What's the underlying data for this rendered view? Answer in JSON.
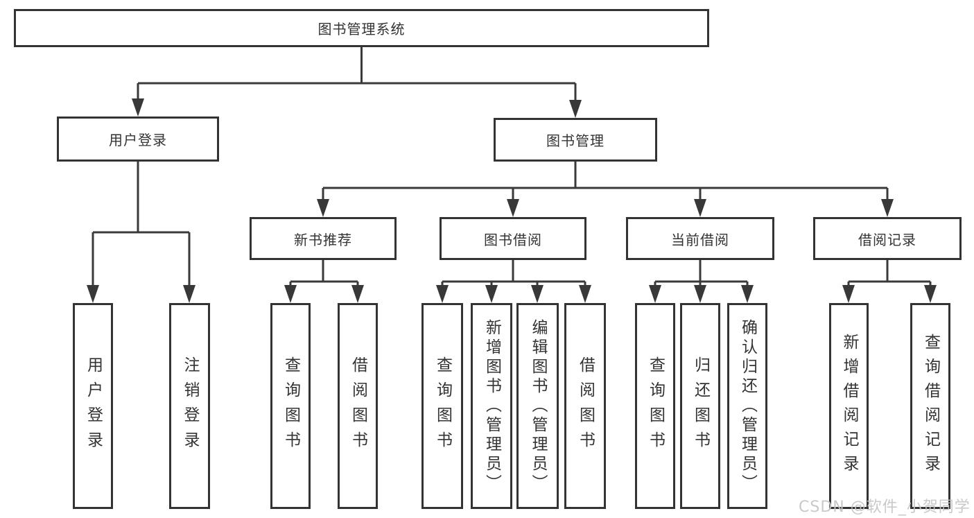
{
  "diagram": {
    "title": "图书管理系统",
    "branches": [
      {
        "label": "用户登录",
        "children": [
          {
            "label": "用户登录"
          },
          {
            "label": "注销登录"
          }
        ]
      },
      {
        "label": "图书管理",
        "children": [
          {
            "label": "新书推荐",
            "children": [
              {
                "label": "查询图书"
              },
              {
                "label": "借阅图书"
              }
            ]
          },
          {
            "label": "图书借阅",
            "children": [
              {
                "label": "查询图书"
              },
              {
                "label": "新增图书（管理员）"
              },
              {
                "label": "编辑图书（管理员）"
              },
              {
                "label": "借阅图书"
              }
            ]
          },
          {
            "label": "当前借阅",
            "children": [
              {
                "label": "查询图书"
              },
              {
                "label": "归还图书"
              },
              {
                "label": "确认归还（管理员）"
              }
            ]
          },
          {
            "label": "借阅记录",
            "children": [
              {
                "label": "新增借阅记录"
              },
              {
                "label": "查询借阅记录"
              }
            ]
          }
        ]
      }
    ]
  },
  "watermark": {
    "text": "CSDN @软件_小贺同学"
  },
  "colors": {
    "box_border": "#333333",
    "text": "#333333",
    "line": "#3a3a3a",
    "watermark": "#c5c5c5",
    "background": "#ffffff"
  }
}
